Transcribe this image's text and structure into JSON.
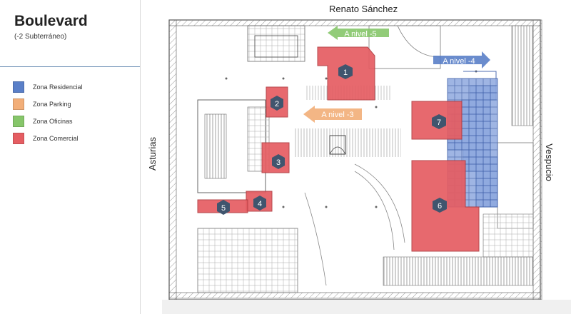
{
  "title": "Boulevard",
  "subtitle": "(-2 Subterráneo)",
  "legend": [
    {
      "label": "Zona Residencial",
      "color": "#5a7fc8"
    },
    {
      "label": "Zona Parking",
      "color": "#f2ae78"
    },
    {
      "label": "Zona Oficinas",
      "color": "#86c66a"
    },
    {
      "label": "Zona Comercial",
      "color": "#e55d62"
    }
  ],
  "streets": {
    "top": "Renato Sánchez",
    "left": "Asturias",
    "right": "Vespucio"
  },
  "arrows": {
    "nivel5": "A nivel -5",
    "nivel4": "A nivel -4",
    "nivel3": "A nivel -3"
  },
  "zones": [
    "1",
    "2",
    "3",
    "4",
    "5",
    "6",
    "7"
  ]
}
